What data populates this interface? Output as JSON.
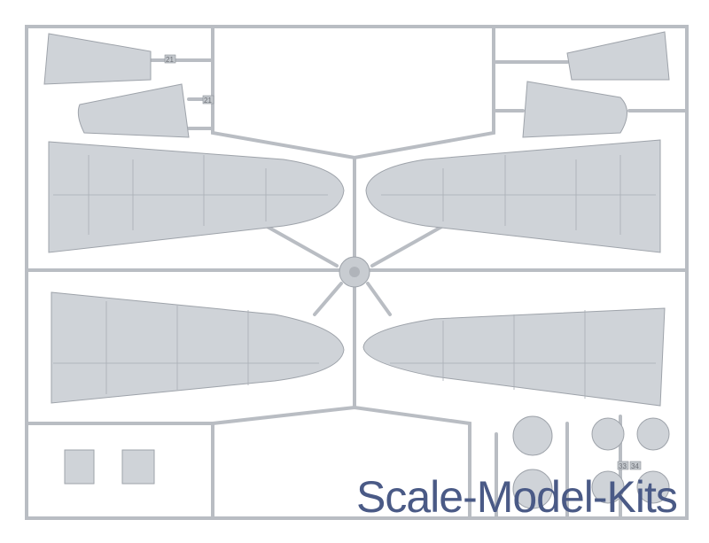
{
  "watermark": "Scale-Model-Kits",
  "part_labels": {
    "flap_upper_left": "21",
    "flap_lower_left": "21",
    "wheel_a": "33",
    "wheel_b": "34"
  },
  "colors": {
    "plastic": "#cfd3d8",
    "runner": "#b9bdc3",
    "watermark": "#4a5a86"
  }
}
